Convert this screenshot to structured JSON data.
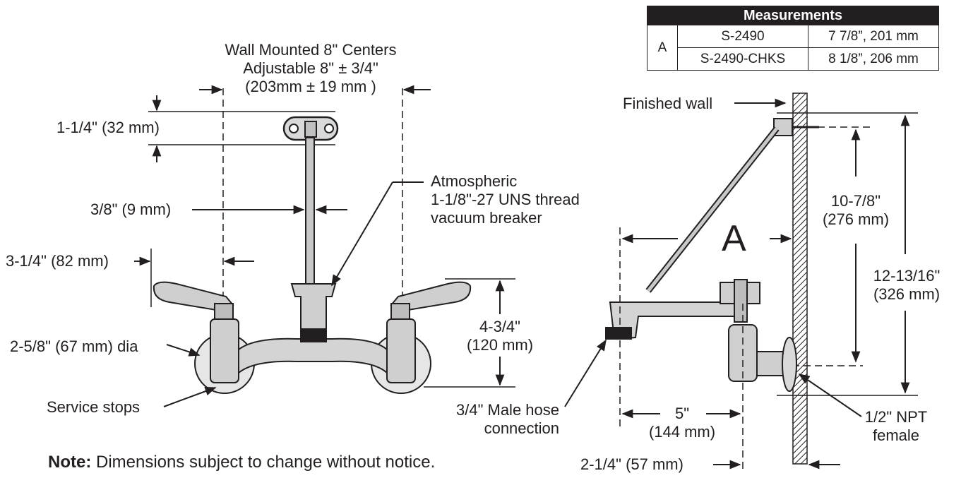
{
  "table": {
    "title": "Measurements",
    "group": "A",
    "rows": [
      {
        "model": "S-2490",
        "value": "7 7/8”, 201 mm"
      },
      {
        "model": "S-2490-CHKS",
        "value": "8 1/8”, 206 mm"
      }
    ]
  },
  "front": {
    "centers_line1": "Wall Mounted 8\" Centers",
    "centers_line2": "Adjustable 8\" ± 3/4\"",
    "centers_line3": "(203mm ± 19 mm )",
    "flange_height": "1-1/4\" (32 mm)",
    "rod_dia": "3/8\" (9 mm)",
    "handle_offset": "3-1/4\" (82 mm)",
    "vb_line1": "Atmospheric",
    "vb_line2": "1-1/8\"-27 UNS thread",
    "vb_line3": "vacuum breaker",
    "height_line1": "4-3/4\"",
    "height_line2": "(120 mm)",
    "escutcheon": "2-5/8\" (67 mm) dia",
    "stops": "Service stops",
    "hose_line1": "3/4\" Male hose",
    "hose_line2": "connection"
  },
  "side": {
    "wall": "Finished wall",
    "dim_a": "A",
    "upper_line1": "10-7/8\"",
    "upper_line2": "(276 mm)",
    "total_line1": "12-13/16\"",
    "total_line2": "(326 mm)",
    "reach_line1": "5\"",
    "reach_line2": "(144 mm)",
    "offset": "2-1/4\" (57 mm)",
    "npt_line1": "1/2\" NPT",
    "npt_line2": "female"
  },
  "note": {
    "label": "Note:",
    "text": "Dimensions subject to change without notice."
  }
}
